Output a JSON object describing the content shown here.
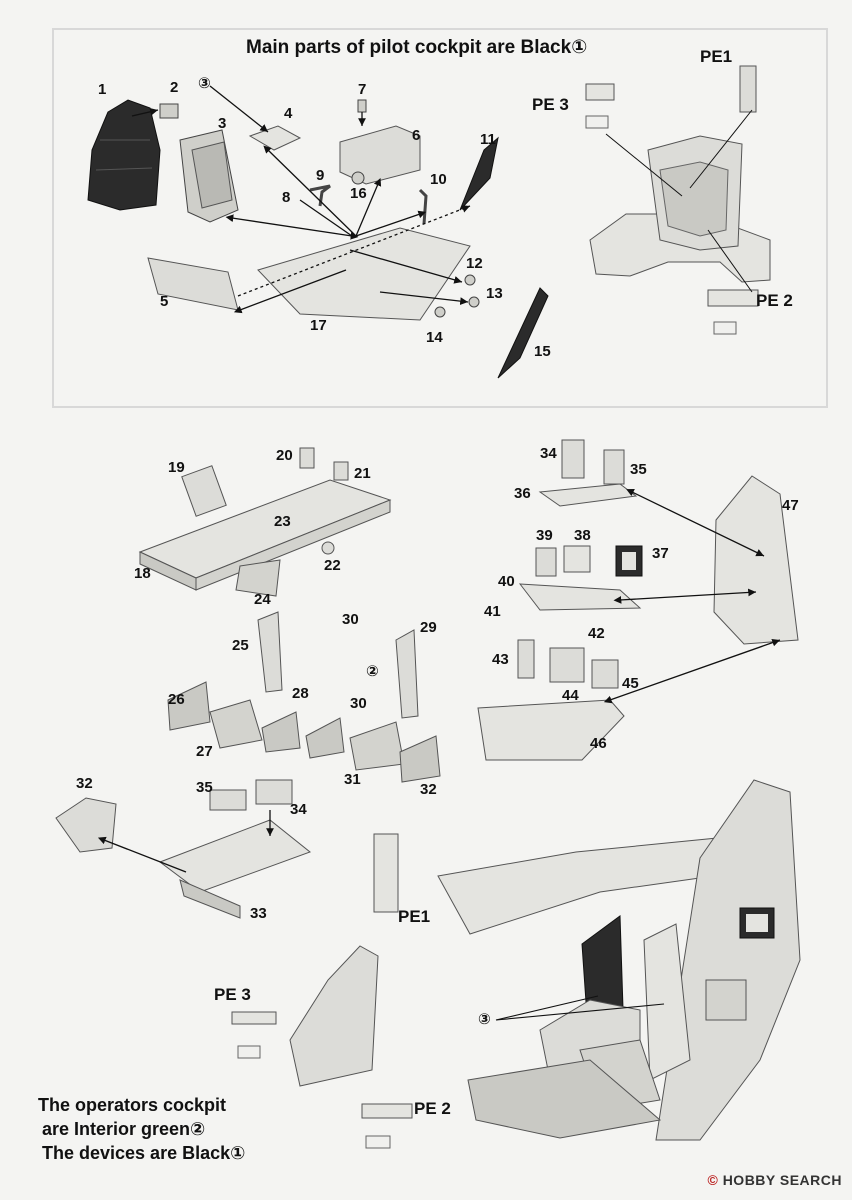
{
  "top": {
    "title": "Main parts of pilot cockpit are Black①",
    "labels": {
      "p1": "1",
      "p2": "2",
      "p3": "3",
      "p4": "4",
      "p5": "5",
      "p6": "6",
      "p7": "7",
      "p8": "8",
      "p9": "9",
      "p10": "10",
      "p11": "11",
      "p12": "12",
      "p13": "13",
      "p14": "14",
      "p15": "15",
      "p16": "16",
      "p17": "17",
      "c3": "③"
    },
    "pe": {
      "pe1": "PE1",
      "pe2": "PE 2",
      "pe3": "PE 3"
    }
  },
  "bottom": {
    "labels": {
      "p18": "18",
      "p19": "19",
      "p20": "20",
      "p21": "21",
      "p22": "22",
      "p23": "23",
      "p24": "24",
      "p25": "25",
      "p26": "26",
      "p27": "27",
      "p28": "28",
      "p29": "29",
      "p30a": "30",
      "p30b": "30",
      "p31": "31",
      "p32a": "32",
      "p32b": "32",
      "p33": "33",
      "p34a": "34",
      "p34b": "34",
      "p35a": "35",
      "p35b": "35",
      "p36": "36",
      "p37": "37",
      "p38": "38",
      "p39": "39",
      "p40": "40",
      "p41": "41",
      "p42": "42",
      "p43": "43",
      "p44": "44",
      "p45": "45",
      "p46": "46",
      "p47": "47",
      "c2": "②",
      "c3": "③"
    },
    "pe": {
      "pe1": "PE1",
      "pe2": "PE 2",
      "pe3": "PE 3"
    },
    "note": {
      "line1": "The operators cockpit",
      "line2": "are Interior green②",
      "line3": "The devices are Black①"
    }
  },
  "watermark": {
    "brand": "HOBBY SEARCH",
    "mark": "©"
  },
  "colors": {
    "part_fill": "#dcdcd8",
    "part_shade": "#b9b9b4",
    "dark_part": "#2b2b2b",
    "line": "#111111"
  }
}
